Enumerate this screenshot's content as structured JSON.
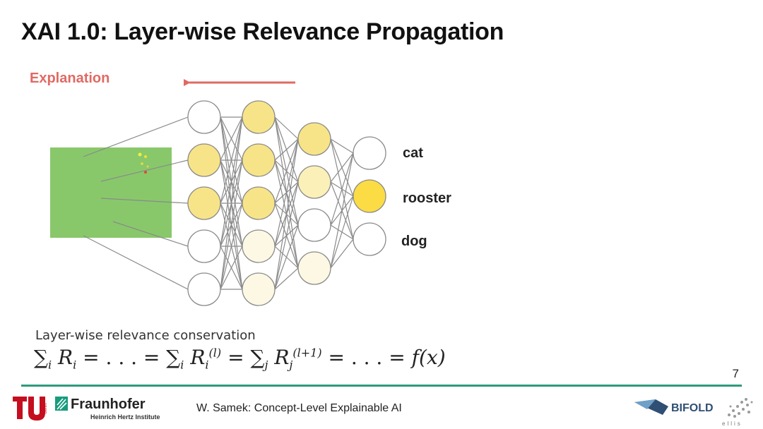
{
  "slide": {
    "title": "XAI 1.0: Layer-wise Relevance Propagation",
    "explanation_label": "Explanation",
    "page_number": "7"
  },
  "diagram": {
    "output_labels": [
      "cat",
      "rooster",
      "dog"
    ],
    "node_relevance": {
      "layer1": [
        0,
        1,
        1,
        0,
        0
      ],
      "layer2": [
        1,
        1,
        1,
        0.3,
        0.3
      ],
      "layer3": [
        1,
        0.6,
        0,
        0.2
      ],
      "output": [
        0,
        1,
        0
      ]
    },
    "colors": {
      "arrow": "#e06a63",
      "input_image": "#88c86a",
      "strong_node": "#f8e488",
      "medium_node": "#fbf0b8",
      "weak_node": "#fcf8e4",
      "output_active": "#fbdc45",
      "edge": "#8a8a8a"
    }
  },
  "conservation": {
    "caption": "Layer-wise relevance conservation",
    "formula": {
      "lhs_sum_sub": "i",
      "lhs_var": "R",
      "lhs_sub": "i",
      "dots": "= . . . =",
      "mid1_sum_sub": "i",
      "mid1_var": "R",
      "mid1_sub": "i",
      "mid1_sup": "(l)",
      "mid2_sum_sub": "j",
      "mid2_var": "R",
      "mid2_sub": "j",
      "mid2_sup": "(l+1)",
      "rhs": "f(x)"
    }
  },
  "footer": {
    "presenter_text": "W. Samek: Concept-Level Explainable AI",
    "fraunhofer_name": "Fraunhofer",
    "fraunhofer_institute": "Heinrich Hertz Institute",
    "tu_logo_text": "TU berlin",
    "bifold_label": "BIFOLD",
    "ellis_label": "ellis",
    "accent_color": "#2e9b7b"
  }
}
